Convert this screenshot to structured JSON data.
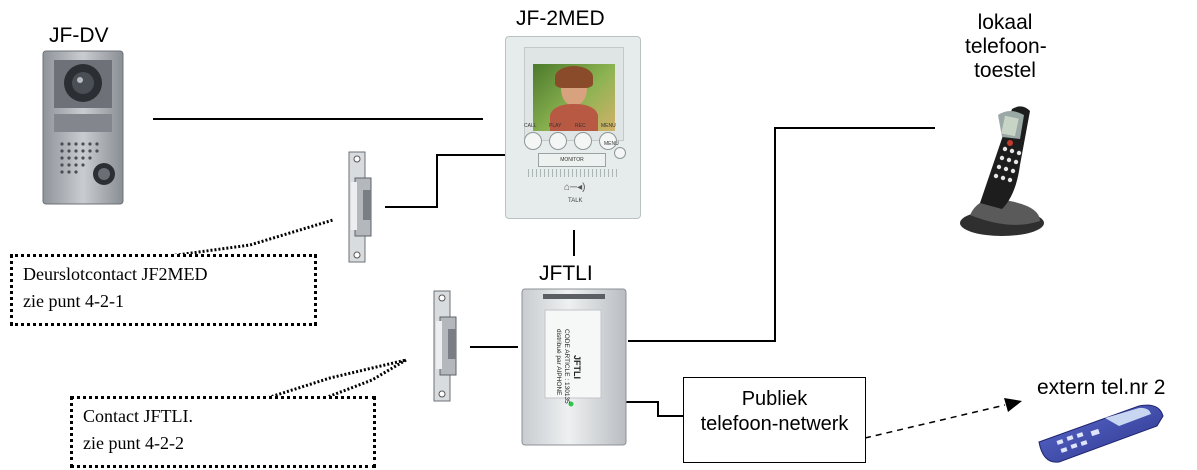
{
  "devices": {
    "door_station": "JF-DV",
    "monitor": "JF-2MED",
    "interface": "JFTLI",
    "local_phone": [
      "lokaal",
      "telefoon-",
      "toestel"
    ],
    "external_phone": "extern tel.nr 2"
  },
  "monitor_buttons": [
    "CALL",
    "PLAY",
    "REC",
    "MENU"
  ],
  "monitor_sub_labels": {
    "monitor_bar": "MONITOR",
    "menu": "MENU",
    "talk": "TALK"
  },
  "interface_print": [
    "JFTLI",
    "CODE ARTICLE : 130135",
    "distribué par AIPHONE"
  ],
  "callouts": {
    "jf2med": [
      "Deurslotcontact JF2MED",
      "zie punt 4-2-1"
    ],
    "jftli": [
      "Contact JFTLI.",
      "zie punt 4-2-2"
    ]
  },
  "network_box": [
    "Publiek",
    "telefoon-netwerk"
  ],
  "colors": {
    "line": "#000000",
    "device_grey": "#a6aab0",
    "monitor_body": "#e6eceb",
    "phone_blue": "#3a49a8"
  }
}
